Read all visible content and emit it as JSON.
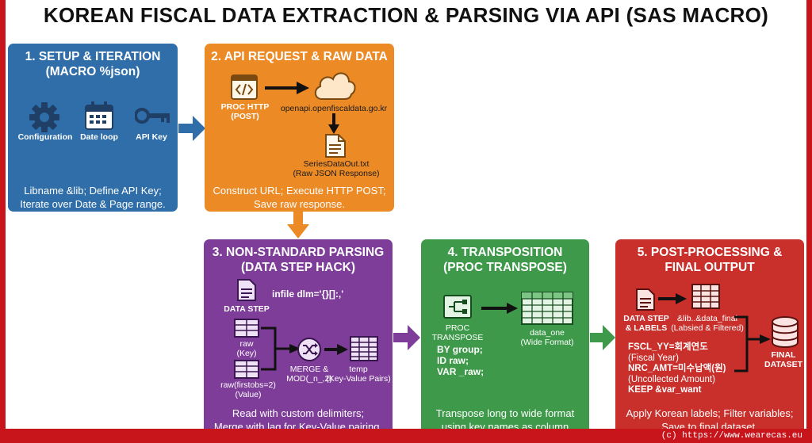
{
  "title": "KOREAN FISCAL DATA EXTRACTION & PARSING VIA API (SAS MACRO)",
  "colors": {
    "border": "#c8141b",
    "blue": "#2f6ea8",
    "orange": "#ec8a26",
    "purple": "#7e3d99",
    "green": "#3e9a4a",
    "red": "#c9302c"
  },
  "step1": {
    "title_line1": "1. SETUP & ITERATION",
    "title_line2": "(MACRO %json)",
    "icons": [
      {
        "icon": "gear-icon",
        "label": "Configuration"
      },
      {
        "icon": "calendar-icon",
        "label": "Date loop"
      },
      {
        "icon": "key-icon",
        "label": "API Key"
      }
    ],
    "desc_line1": "Libname &lib; Define API Key;",
    "desc_line2": "Iterate over Date & Page range."
  },
  "step2": {
    "title": "2. API REQUEST & RAW DATA",
    "proc_line1": "PROC HTTP",
    "proc_line2": "(POST)",
    "host": "openapi.openfiscaldata.go.kr",
    "file_line1": "SeriesDataOut.txt",
    "file_line2": "(Raw JSON Response)",
    "desc_line1": "Construct URL; Execute HTTP POST;",
    "desc_line2": "Save raw response."
  },
  "step3": {
    "title_line1": "3. NON-STANDARD PARSING",
    "title_line2": "(DATA STEP HACK)",
    "datastep": "DATA STEP",
    "infile": "infile dlm='{}[]:,'",
    "raw_line1": "raw",
    "raw_line2": "(Key)",
    "raw2_line1": "raw(firstobs=2)",
    "raw2_line2": "(Value)",
    "merge_line1": "MERGE &",
    "merge_line2": "MOD(_n_,2)",
    "temp_line1": "temp",
    "temp_line2": "(Key-Value Pairs)",
    "desc_line1": "Read with custom delimiters;",
    "desc_line2": "Merge with lag for Key-Value pairing."
  },
  "step4": {
    "title_line1": "4. TRANSPOSITION",
    "title_line2": "(PROC TRANSPOSE)",
    "proc_line1": "PROC",
    "proc_line2": "TRANSPOSE",
    "by": "BY group;",
    "id": "ID raw;",
    "var": "VAR _raw;",
    "data_line1": "data_one",
    "data_line2": "(Wide Format)",
    "desc_line1": "Transpose long to wide format",
    "desc_line2": "using key names as column headers."
  },
  "step5": {
    "title_line1": "5. POST-PROCESSING &",
    "title_line2": "FINAL OUTPUT",
    "datastep_line1": "DATA STEP",
    "datastep_line2": "& LABELS",
    "final_line1": "&lib..&data_final",
    "final_line2": "(Labsied & Filtered)",
    "fscl": "FSCL_YY=회계연도",
    "fscl_note": "(Fiscal Year)",
    "nrc": "NRC_AMT=미수납액(원)",
    "nrc_note": "(Uncollected Amount)",
    "keep": "KEEP &var_want",
    "final_dataset_line1": "FINAL",
    "final_dataset_line2": "DATASET",
    "desc_line1": "Apply Korean labels; Filter variables;",
    "desc_line2": "Save to final dataset."
  },
  "footer": "(c) https://www.wearecas.eu"
}
